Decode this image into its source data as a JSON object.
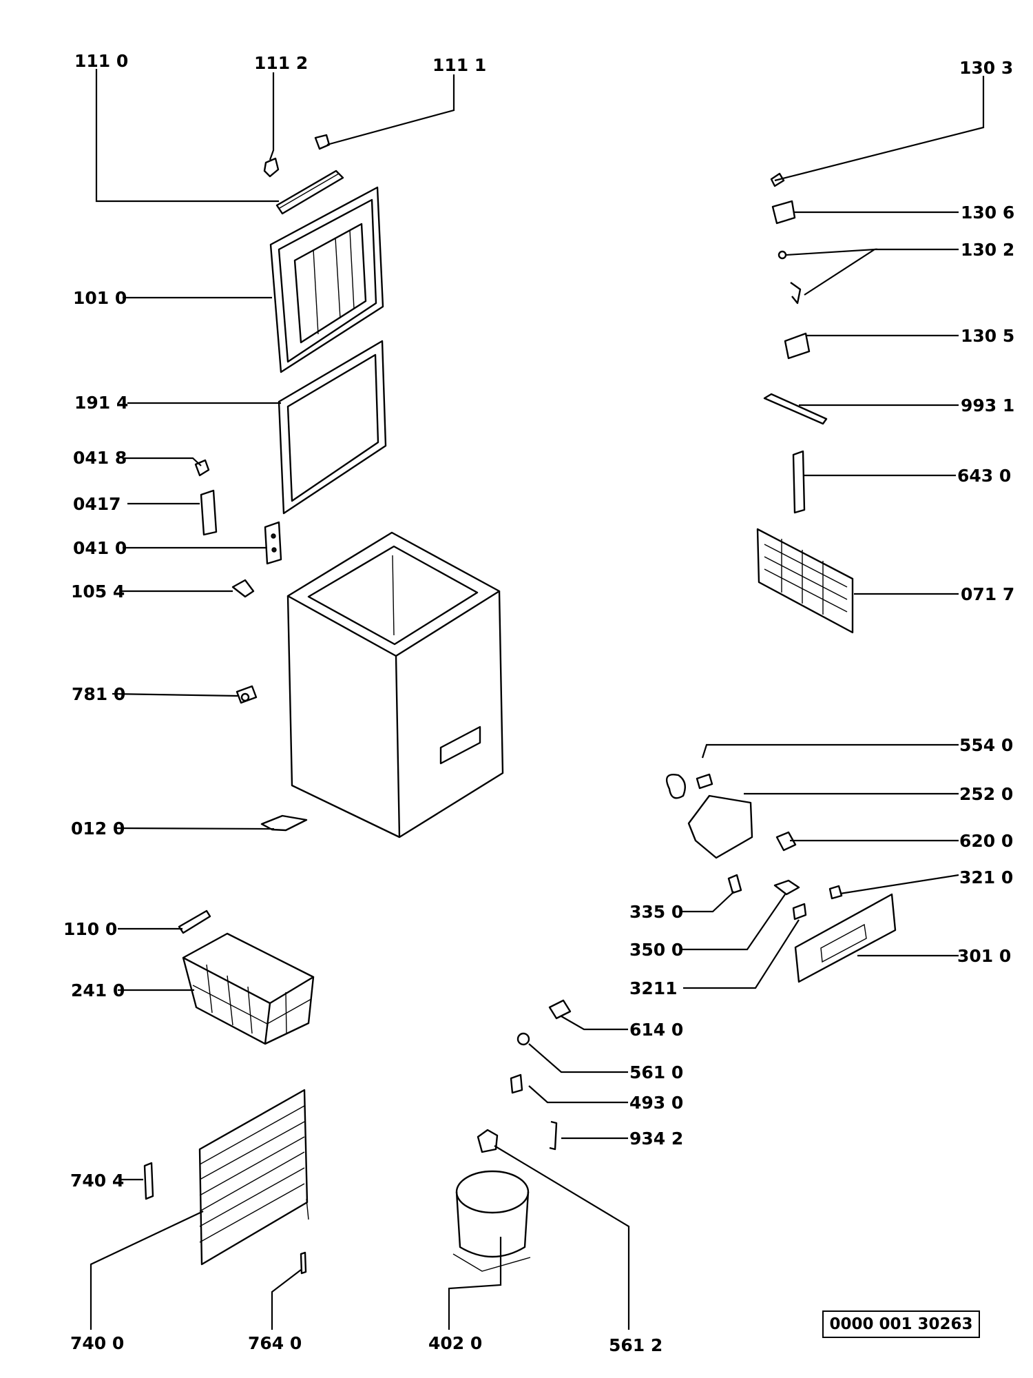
{
  "parts": [
    {
      "id": "p1110",
      "text": "111 0"
    },
    {
      "id": "p1112",
      "text": "111 2"
    },
    {
      "id": "p1111",
      "text": "111 1"
    },
    {
      "id": "p1303",
      "text": "130 3"
    },
    {
      "id": "p1306",
      "text": "130 6"
    },
    {
      "id": "p1302",
      "text": "130 2"
    },
    {
      "id": "p1305",
      "text": "130 5"
    },
    {
      "id": "p9931",
      "text": "993 1"
    },
    {
      "id": "p6430",
      "text": "643 0"
    },
    {
      "id": "p0717",
      "text": "071 7"
    },
    {
      "id": "p1010",
      "text": "101 0"
    },
    {
      "id": "p1914",
      "text": "191 4"
    },
    {
      "id": "p0418",
      "text": "041 8"
    },
    {
      "id": "p0417",
      "text": "0417"
    },
    {
      "id": "p0410",
      "text": "041 0"
    },
    {
      "id": "p1054",
      "text": "105 4"
    },
    {
      "id": "p7810",
      "text": "781 0"
    },
    {
      "id": "p0120",
      "text": "012 0"
    },
    {
      "id": "p1100",
      "text": "110 0"
    },
    {
      "id": "p2410",
      "text": "241 0"
    },
    {
      "id": "p7404",
      "text": "740 4"
    },
    {
      "id": "p7400",
      "text": "740 0"
    },
    {
      "id": "p7640",
      "text": "764 0"
    },
    {
      "id": "p4020",
      "text": "402 0"
    },
    {
      "id": "p5612",
      "text": "561 2"
    },
    {
      "id": "p5540",
      "text": "554 0"
    },
    {
      "id": "p2520",
      "text": "252 0"
    },
    {
      "id": "p6200",
      "text": "620 0"
    },
    {
      "id": "p3210",
      "text": "321 0"
    },
    {
      "id": "p3350",
      "text": "335 0"
    },
    {
      "id": "p3500",
      "text": "350 0"
    },
    {
      "id": "p3211",
      "text": "3211"
    },
    {
      "id": "p3010",
      "text": "301 0"
    },
    {
      "id": "p6140",
      "text": "614 0"
    },
    {
      "id": "p5610",
      "text": "561 0"
    },
    {
      "id": "p4930",
      "text": "493 0"
    },
    {
      "id": "p9342",
      "text": "934 2"
    }
  ],
  "reference_number": "0000 001 30263"
}
